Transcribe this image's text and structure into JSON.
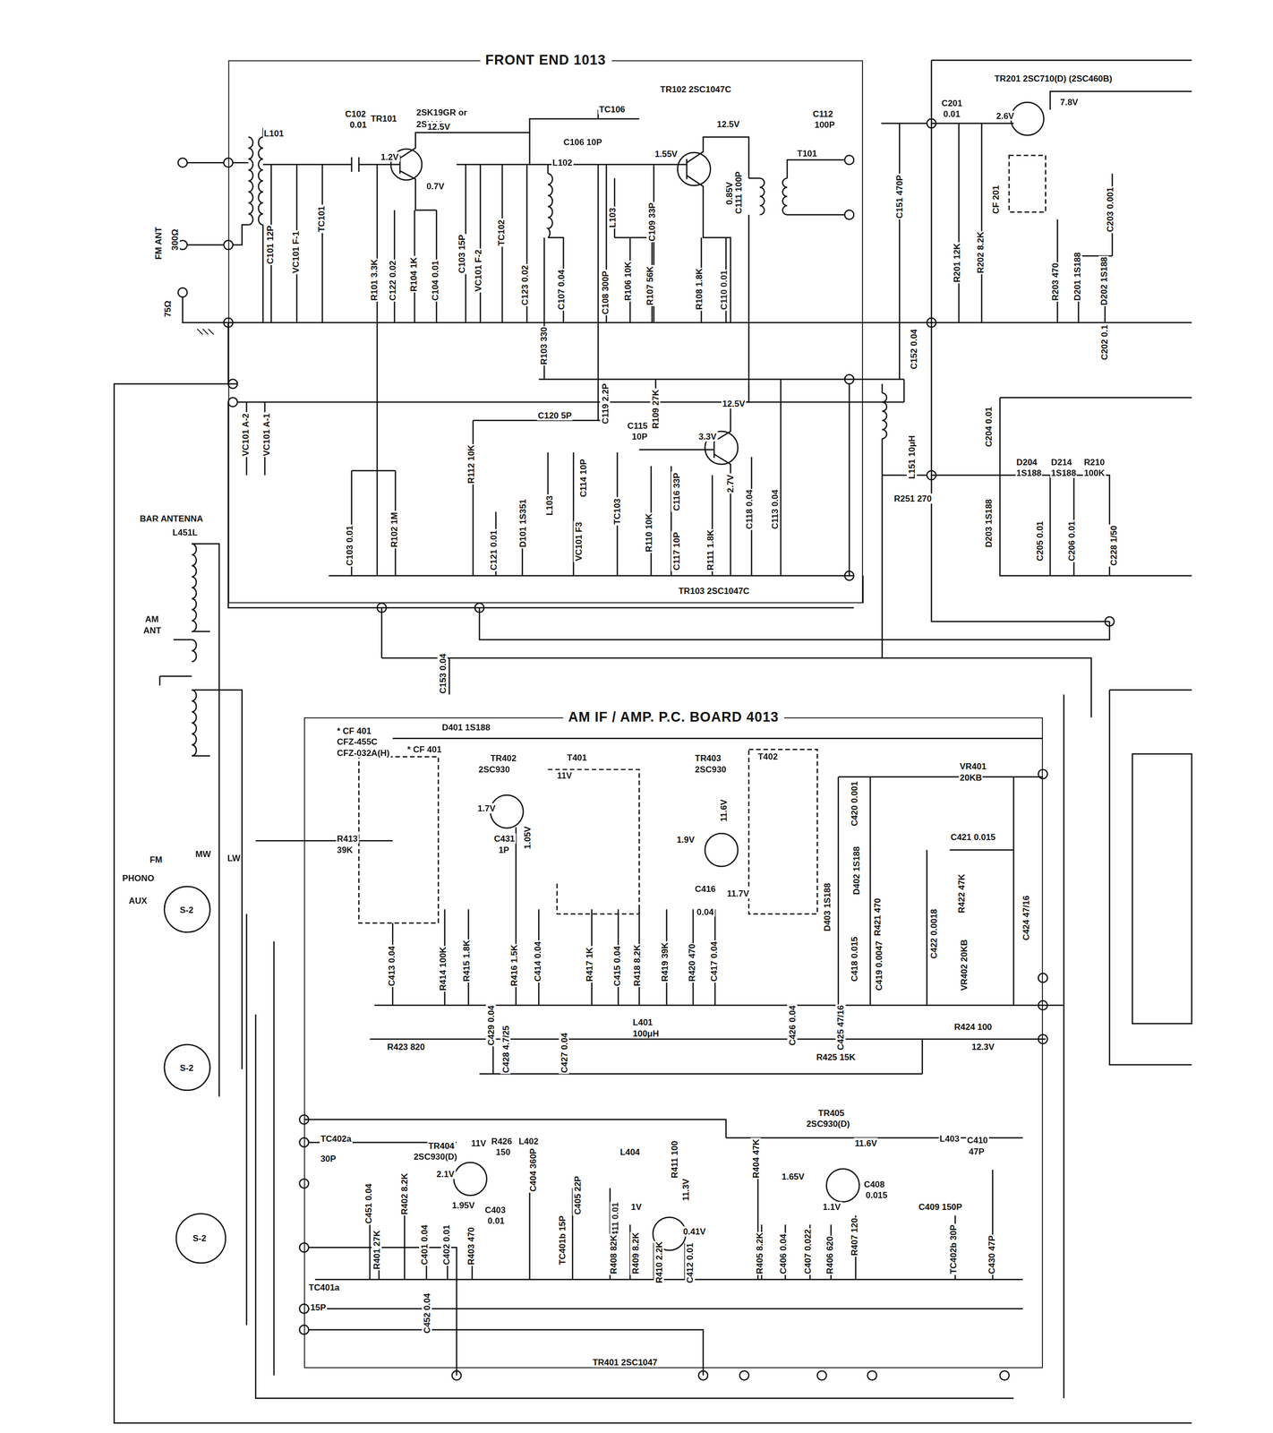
{
  "diagram": {
    "nodes": [
      {
        "text": [
          "FRONT END 1013"
        ]
      },
      {
        "text": [
          "AM IF / AMP. P.C. BOARD 4013"
        ]
      }
    ],
    "labels": [
      "TR101",
      "2SK19GR or",
      "2SK41",
      "TR102 2SC1047C",
      "12.5V",
      "1.2V",
      "0.7V",
      "12.5V",
      "1.55V",
      "0.85V",
      "TC106",
      "C106 10P",
      "L102",
      "C112",
      "100P",
      "T101",
      "C102",
      "0.01",
      "L101",
      "FM ANT",
      "300Ω",
      "75Ω",
      "C101 12P",
      "VC101 F-1",
      "TC101",
      "R101 3.3K",
      "C122 0.02",
      "R104 1K",
      "C104 0.01",
      "C103 15P",
      "VC101 F-2",
      "TC102",
      "C123 0.02",
      "C107 0.04",
      "L103",
      "C109 33P",
      "C108 300P",
      "R106 10K",
      "R107 56K",
      "R108 1.8K",
      "C110 0.01",
      "C111 100P",
      "R103 330",
      "C151 470P",
      "C152 0.04",
      "C119 2.2P",
      "C120 5P",
      "C115",
      "10P",
      "R109 27K",
      "12.5V",
      "3.3V",
      "2.7V",
      "R112 10K",
      "C114 10P",
      "L103",
      "VC101 F3",
      "TC103",
      "D101 1S351",
      "C121 0.01",
      "C116 33P",
      "C117 10P",
      "R110 10K",
      "R111 1.8K",
      "C118 0.04",
      "C113 0.04",
      "TR103 2SC1047C",
      "L151 10μH",
      "R251 270",
      "VC101 A-2",
      "VC101 A-1",
      "C103 0.01",
      "R102 1M",
      "C153 0.04",
      "BAR ANTENNA",
      "L451L",
      "AM",
      "ANT",
      "FM",
      "MW",
      "LW",
      "PHONO",
      "AUX",
      "S-2",
      "S-2",
      "S-2",
      "TR201 2SC710(D) (2SC460B)",
      "2.6V",
      "7.8V",
      "C201",
      "0.01",
      "CF 201",
      "C203 0.001",
      "R201 12K",
      "R202 8.2K",
      "R203 470",
      "D201 1S188",
      "D202 1S188",
      "C202 0.1",
      "C204 0.01",
      "D204",
      "1S188",
      "D214",
      "1S188",
      "R210",
      "100K",
      "D203 1S188",
      "C205 0.01",
      "C206 0.01",
      "C228 1/50",
      "* CF 401",
      "CFZ-455C",
      "CFZ-032A(H)",
      "D401 1S188",
      "* CF 401",
      "TR402",
      "2SC930",
      "T401",
      "11V",
      "1.7V",
      "1.05V",
      "C431",
      "1P",
      "R413",
      "39K",
      "TR403",
      "2SC930",
      "T402",
      "11.6V",
      "1.9V",
      "C416",
      "0.04",
      "11.7V",
      "C420 0.001",
      "VR401",
      "20KB",
      "D402 1S188",
      "D403 1S188",
      "R421 470",
      "C421 0.015",
      "R422 47K",
      "C424 47/16",
      "C418 0.015",
      "C419 0.0047",
      "C422 0.0018",
      "VR402 20KB",
      "C413 0.04",
      "R414 100K",
      "R415 1.8K",
      "R416 1.5K",
      "C414 0.04",
      "R417 1K",
      "C415 0.04",
      "R418 8.2K",
      "R419 39K",
      "R420 470",
      "C417 0.04",
      "C426 0.04",
      "C425 47/16",
      "R424 100",
      "12.3V",
      "C429 0.04",
      "C428 4.7/25",
      "C427 0.04",
      "L401",
      "100μH",
      "R423 820",
      "R425 15K",
      "TR405",
      "2SC930(D)",
      "TR404",
      "2SC930(D)",
      "11V",
      "R426",
      "150",
      "L402",
      "C404 360P",
      "2.1V",
      "1.95V",
      "C403",
      "0.01",
      "C405 22P",
      "TC401b 15P",
      "L404",
      "R411 100",
      "11.3V",
      "C411 0.01",
      "1V",
      "0.41V",
      "R408 82K",
      "R409 8.2K",
      "R410 2.2K",
      "C412 0.01",
      "TR401 2SC1047",
      "TC402a",
      "30P",
      "C451 0.04",
      "R401 27K",
      "R402 8.2K",
      "C401 0.04",
      "C402 0.01",
      "R403 470",
      "TC401a",
      "15P",
      "C452 0.04",
      "R404 47K",
      "11.6V",
      "L403",
      "C410",
      "47P",
      "1.65V",
      "C408",
      "0.015",
      "1.1V",
      "R405 8.2K",
      "C406 0.04",
      "C407 0.022",
      "R406 620",
      "R407 120",
      "C409 150P",
      "TC402b 30P",
      "C430 47P"
    ]
  }
}
